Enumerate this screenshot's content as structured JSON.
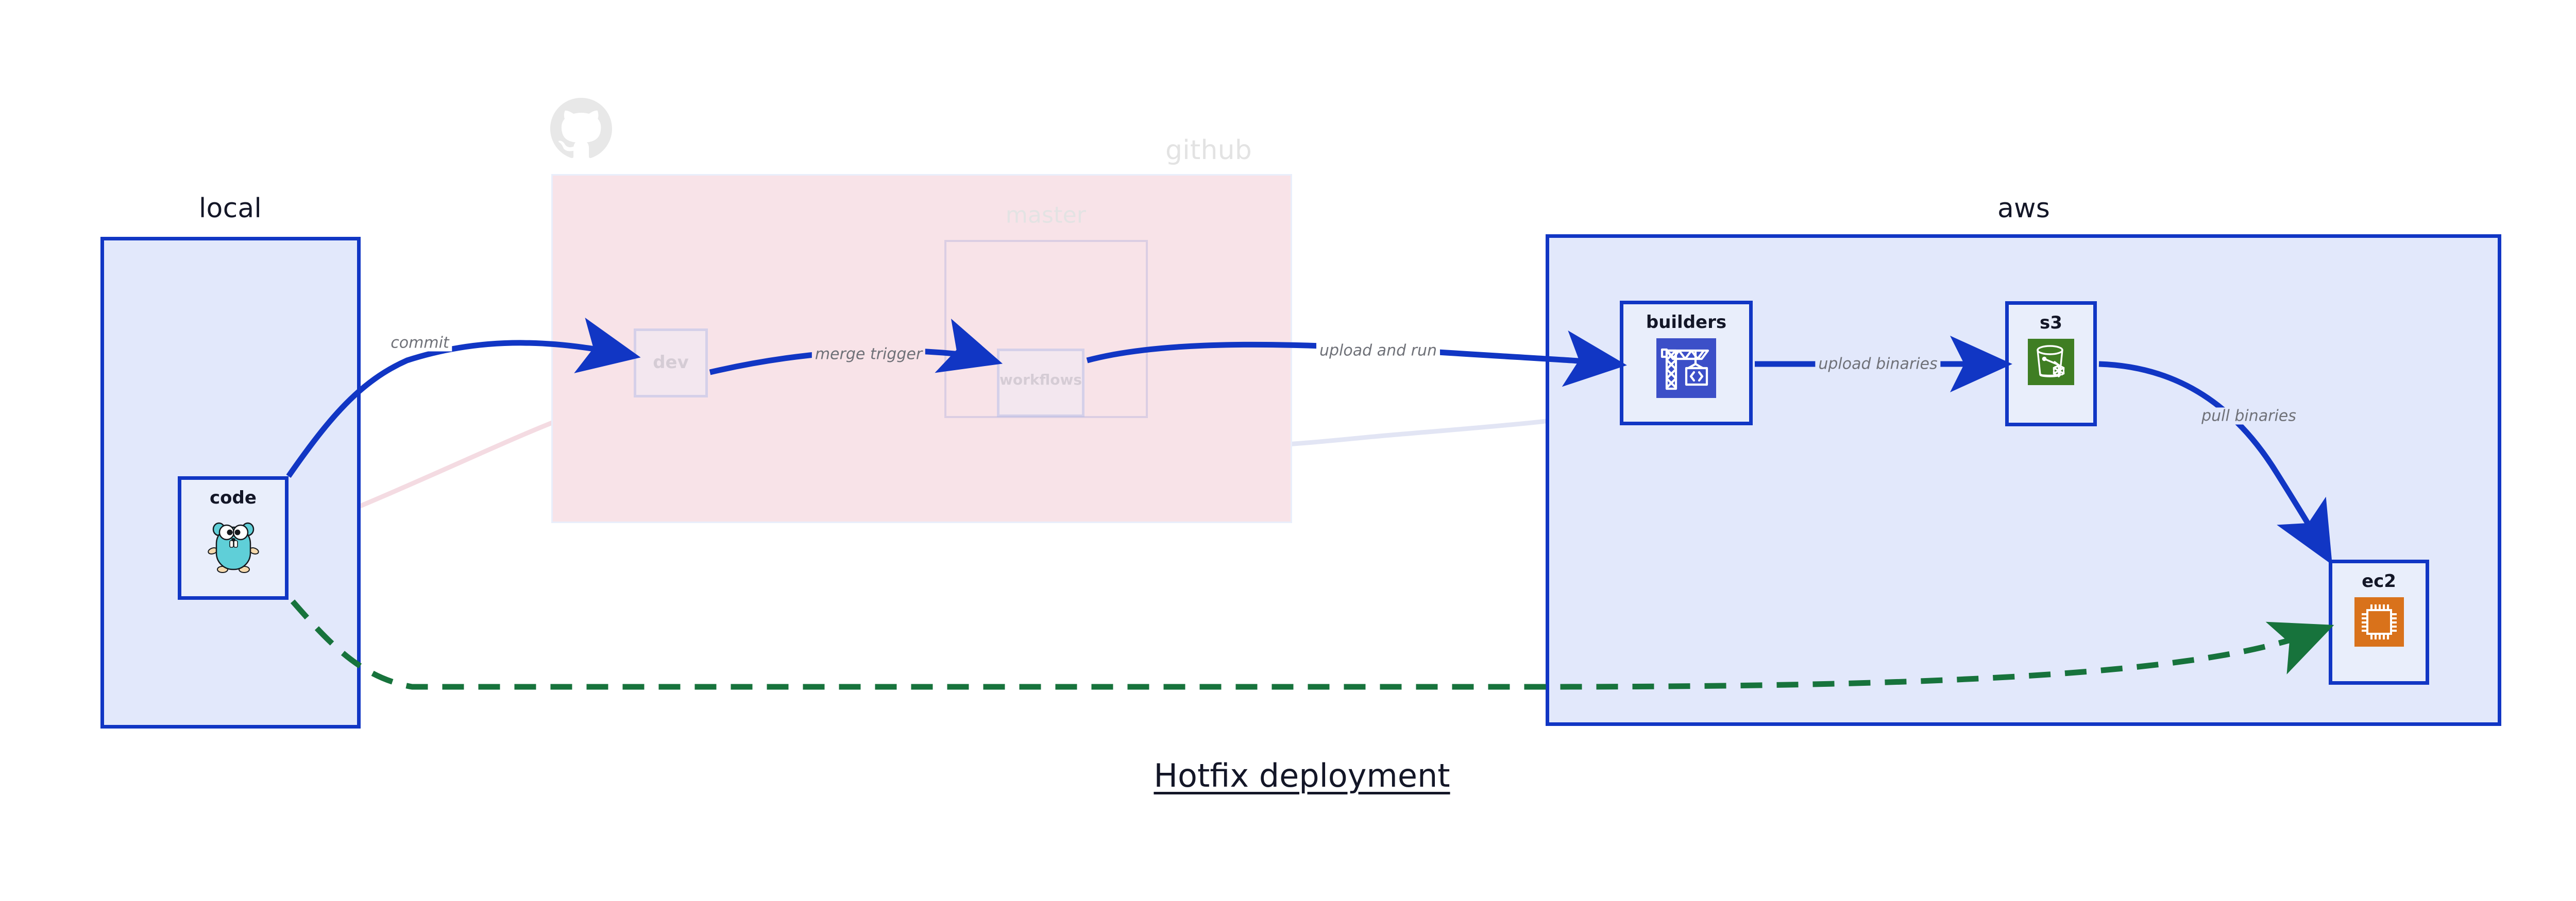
{
  "diagram": {
    "title": "Hotfix deployment",
    "groups": [
      {
        "id": "local",
        "label": "local"
      },
      {
        "id": "github",
        "label": "github"
      },
      {
        "id": "aws",
        "label": "aws"
      }
    ],
    "subgroups": [
      {
        "id": "master",
        "label": "master",
        "parent": "github"
      }
    ],
    "nodes": [
      {
        "id": "code",
        "label": "code",
        "group": "local",
        "icon": "go-gopher-icon",
        "state": "active"
      },
      {
        "id": "dev",
        "label": "dev",
        "group": "github",
        "icon": "none",
        "state": "faded"
      },
      {
        "id": "workflows",
        "label": "workflows",
        "group": "master",
        "icon": "none",
        "state": "faded"
      },
      {
        "id": "builders",
        "label": "builders",
        "group": "aws",
        "icon": "crane-code-icon",
        "state": "active"
      },
      {
        "id": "s3",
        "label": "s3",
        "group": "aws",
        "icon": "s3-bucket-icon",
        "state": "active"
      },
      {
        "id": "ec2",
        "label": "ec2",
        "group": "aws",
        "icon": "cpu-chip-icon",
        "state": "active"
      }
    ],
    "edges": [
      {
        "id": "commit",
        "label": "commit",
        "from": "code",
        "to": "dev",
        "style": "solid",
        "color": "#1136c4",
        "state": "active"
      },
      {
        "id": "merge-trigger",
        "label": "merge trigger",
        "from": "dev",
        "to": "workflows",
        "style": "solid",
        "color": "#1136c4",
        "state": "active"
      },
      {
        "id": "upload-and-run",
        "label": "upload and run",
        "from": "workflows",
        "to": "builders",
        "style": "solid",
        "color": "#1136c4",
        "state": "active"
      },
      {
        "id": "upload-binaries",
        "label": "upload binaries",
        "from": "builders",
        "to": "s3",
        "style": "solid",
        "color": "#1136c4",
        "state": "active"
      },
      {
        "id": "pull-binaries",
        "label": "pull binaries",
        "from": "s3",
        "to": "ec2",
        "style": "solid",
        "color": "#1136c4",
        "state": "active"
      },
      {
        "id": "hotfix-direct",
        "label": "",
        "from": "code",
        "to": "ec2",
        "style": "dashed",
        "color": "#17733c",
        "state": "active"
      },
      {
        "id": "faded-return-1",
        "label": "",
        "from": "dev",
        "to": "workflows",
        "style": "solid",
        "color": "#c9cbe8",
        "state": "faded"
      },
      {
        "id": "faded-return-2",
        "label": "",
        "from": "workflows",
        "to": "builders",
        "style": "solid",
        "color": "#dfe3f5",
        "state": "faded"
      },
      {
        "id": "faded-return-3",
        "label": "",
        "from": "code",
        "to": "dev",
        "style": "solid",
        "color": "#f4dbe2",
        "state": "faded"
      }
    ],
    "brand_logo": "github-octocat-icon",
    "colors": {
      "group_blue_fill": "#e2e8fb",
      "group_blue_border": "#1136c4",
      "group_pink_fill": "#f8e3e8",
      "node_fill": "#e9eefb",
      "edge_blue": "#1136c4",
      "edge_green": "#17733c",
      "label_gray": "#6f7178",
      "text_dark": "#131627",
      "icon_builders_bg": "#3c4fc8",
      "icon_s3_bg": "#3f7e23",
      "icon_ec2_bg": "#d9721b",
      "gopher_body": "#5fcfd8",
      "octocat_gray": "#e8e8e8"
    }
  }
}
